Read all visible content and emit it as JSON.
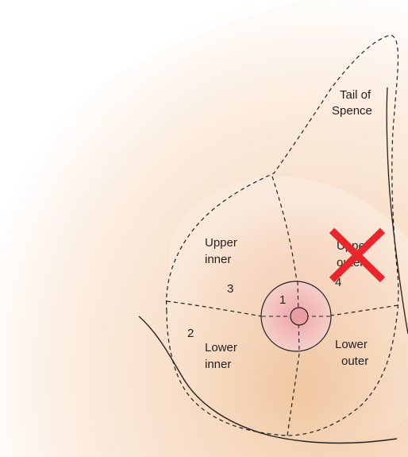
{
  "labels": {
    "tail_of_spence": [
      "Tail of",
      "Spence"
    ],
    "upper_inner": [
      "Upper",
      "inner"
    ],
    "lower_inner": [
      "Lower",
      "inner"
    ],
    "upper_outer": [
      "Upper",
      "outer"
    ],
    "lower_outer": [
      "Lower",
      "outer"
    ]
  },
  "numbers": {
    "n1": "1",
    "n2": "2",
    "n3": "3",
    "n4": "4"
  },
  "colors": {
    "skin_light": "#fdf3ea",
    "skin_mid": "#f7dcc2",
    "skin_deep": "#efc8a2",
    "areola": "#f3c9c4",
    "areola_center": "#eea9aa",
    "outline": "#231f20",
    "cross": "#e8262b"
  },
  "icons": {
    "cross": "x-mark-icon"
  }
}
